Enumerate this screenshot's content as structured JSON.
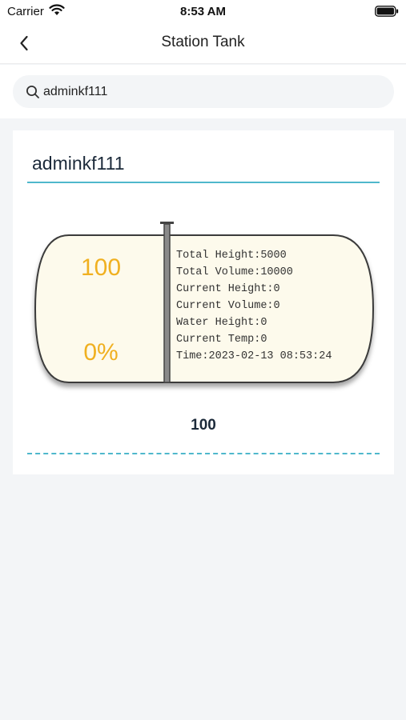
{
  "status_bar": {
    "carrier": "Carrier",
    "time": "8:53 AM",
    "icons": [
      "wifi-icon",
      "battery-icon"
    ]
  },
  "nav": {
    "title": "Station Tank",
    "back_icon": "chevron-left-icon"
  },
  "search": {
    "value": "adminkf111",
    "icon": "search-icon"
  },
  "card": {
    "title": "adminkf111",
    "left_value": "100",
    "left_percent": "0%",
    "info": [
      "Total Height:5000",
      "Total Volume:10000",
      "Current Height:0",
      "Current Volume:0",
      "Water Height:0",
      "Current Temp:0",
      "Time:2023-02-13 08:53:24"
    ],
    "bottom_value": "100"
  },
  "colors": {
    "accent": "#4fb8cc",
    "level_text": "#f0b020",
    "tank_fill": "#fdfaec"
  }
}
